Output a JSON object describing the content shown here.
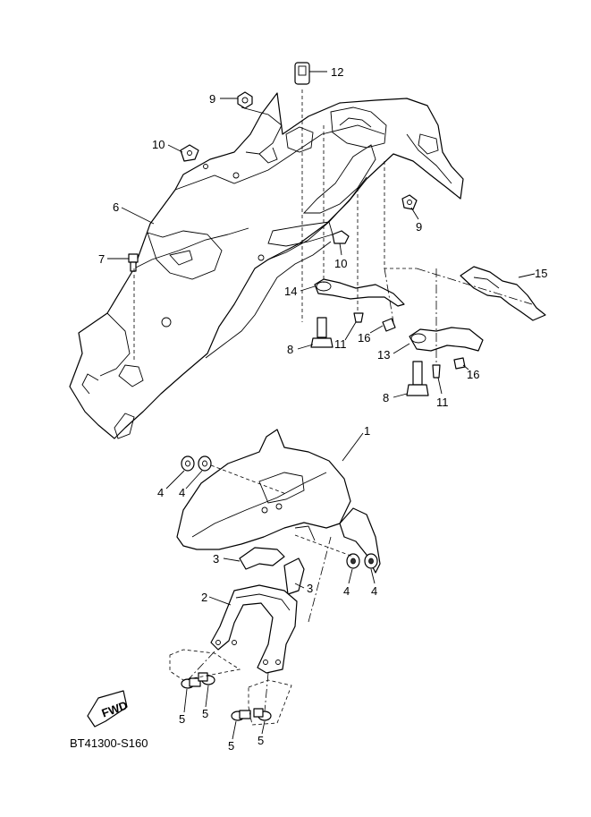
{
  "diagram_code": "BT41300-S160",
  "fwd_label": "FWD",
  "callouts": [
    {
      "id": "c12",
      "text": "12"
    },
    {
      "id": "c9a",
      "text": "9"
    },
    {
      "id": "c10a",
      "text": "10"
    },
    {
      "id": "c6",
      "text": "6"
    },
    {
      "id": "c7",
      "text": "7"
    },
    {
      "id": "c9b",
      "text": "9"
    },
    {
      "id": "c10b",
      "text": "10"
    },
    {
      "id": "c15",
      "text": "15"
    },
    {
      "id": "c14",
      "text": "14"
    },
    {
      "id": "c16a",
      "text": "16"
    },
    {
      "id": "c8a",
      "text": "8"
    },
    {
      "id": "c11a",
      "text": "11"
    },
    {
      "id": "c13",
      "text": "13"
    },
    {
      "id": "c16b",
      "text": "16"
    },
    {
      "id": "c8b",
      "text": "8"
    },
    {
      "id": "c11b",
      "text": "11"
    },
    {
      "id": "c1",
      "text": "1"
    },
    {
      "id": "c4a",
      "text": "4"
    },
    {
      "id": "c4b",
      "text": "4"
    },
    {
      "id": "c3a",
      "text": "3"
    },
    {
      "id": "c3b",
      "text": "3"
    },
    {
      "id": "c2",
      "text": "2"
    },
    {
      "id": "c4c",
      "text": "4"
    },
    {
      "id": "c4d",
      "text": "4"
    },
    {
      "id": "c5a",
      "text": "5"
    },
    {
      "id": "c5b",
      "text": "5"
    },
    {
      "id": "c5c",
      "text": "5"
    },
    {
      "id": "c5d",
      "text": "5"
    }
  ]
}
